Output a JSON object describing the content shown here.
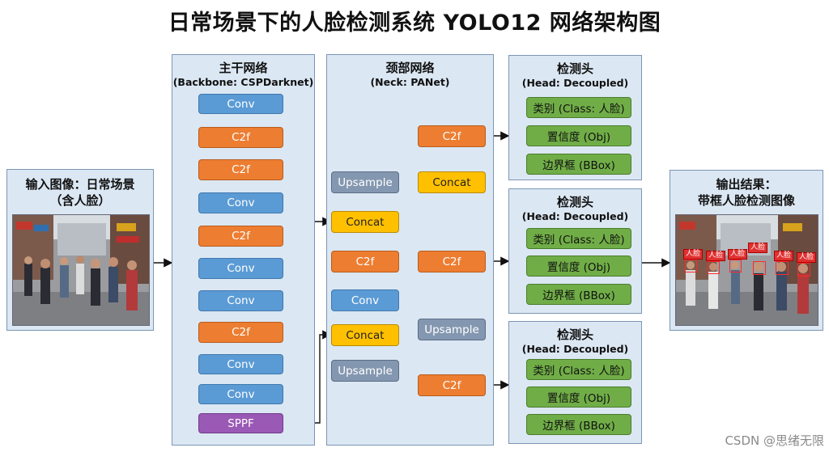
{
  "title": "日常场景下的人脸检测系统 YOLO12 网络架构图",
  "input": {
    "title_line1": "输入图像：日常场景",
    "title_line2": "（含人脸）"
  },
  "output": {
    "title_line1": "输出结果：",
    "title_line2": "带框人脸检测图像",
    "face_tag": "人脸"
  },
  "backbone": {
    "title": "主干网络",
    "subtitle": "(Backbone: CSPDarknet)",
    "layers": [
      "Conv",
      "C2f",
      "C2f",
      "Conv",
      "C2f",
      "Conv",
      "Conv",
      "C2f",
      "Conv",
      "Conv",
      "SPPF"
    ]
  },
  "neck": {
    "title": "颈部网络",
    "subtitle": "(Neck: PANet)",
    "upsample": "Upsample",
    "concat": "Concat",
    "c2f": "C2f",
    "conv": "Conv"
  },
  "heads": [
    {
      "title": "检测头",
      "subtitle": "(Head: Decoupled)",
      "items": [
        "类别 (Class: 人脸)",
        "置信度 (Obj)",
        "边界框 (BBox)"
      ]
    },
    {
      "title": "检测头",
      "subtitle": "(Head: Decoupled)",
      "items": [
        "类别 (Class: 人脸)",
        "置信度 (Obj)",
        "边界框 (BBox)"
      ]
    },
    {
      "title": "检测头",
      "subtitle": "(Head: Decoupled)",
      "items": [
        "类别 (Class: 人脸)",
        "置信度 (Obj)",
        "边界框 (BBox)"
      ]
    }
  ],
  "watermark": "CSDN @思绪无限",
  "colors": {
    "conv": "#5b9bd5",
    "c2f": "#ed7d31",
    "sppf": "#9b59b6",
    "concat": "#ffc000",
    "upsample": "#8497b0",
    "head_item": "#70ad47",
    "panel": "#dbe7f3"
  }
}
